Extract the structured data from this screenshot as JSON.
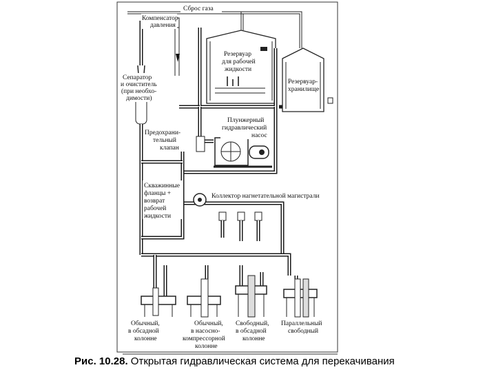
{
  "figure": {
    "caption_number": "Рис. 10.28.",
    "caption_text": "Открытая гидравлическая система для перекачивания"
  },
  "labels": {
    "gas_vent": "Сброс газа",
    "compensator": [
      "Компенсатор",
      "давления"
    ],
    "separator": [
      "Сепаратор",
      "и очиститель",
      "(при необхо-",
      "димости)"
    ],
    "working_tank": [
      "Резервуар",
      "для рабочей",
      "жидкости"
    ],
    "storage_tank": [
      "Резервуар-",
      "хранилище"
    ],
    "plunger_pump": [
      "Плунжерный",
      "гидравлический",
      "насос"
    ],
    "relief_valve": [
      "Предохрани-",
      "тельный",
      "клапан"
    ],
    "wellhead": [
      "Скважинные",
      "фланцы +",
      "возврат",
      "рабочей",
      "жидкости"
    ],
    "manifold": "Коллектор нагнетательной магистрали",
    "wells": [
      [
        "Обычный,",
        "в обсадной",
        "колонне"
      ],
      [
        "Обычный,",
        "в насосно-",
        "компрессорной",
        "колонне"
      ],
      [
        "Свободный,",
        "в обсадной",
        "колонне"
      ],
      [
        "Параллельный",
        "свободный"
      ]
    ]
  }
}
